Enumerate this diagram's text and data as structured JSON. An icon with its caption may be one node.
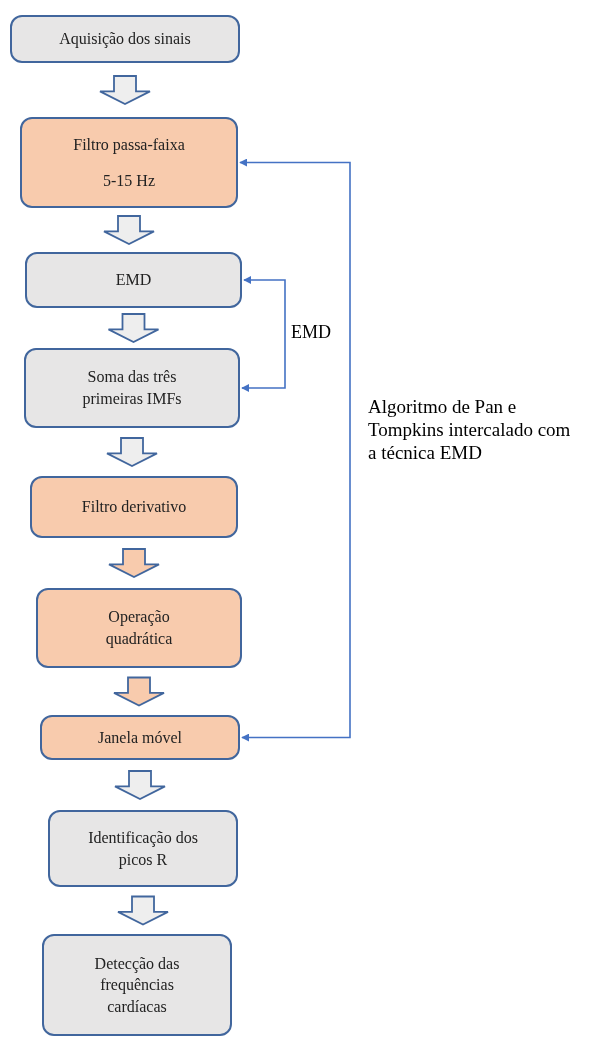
{
  "diagram": {
    "nodes": [
      {
        "text": [
          "Aquisição dos sinais"
        ]
      },
      {
        "text": [
          "Filtro passa-faixa",
          "5-15 Hz"
        ]
      },
      {
        "text": [
          "EMD"
        ]
      },
      {
        "text": [
          "Soma das três primeiras IMFs"
        ]
      },
      {
        "text": [
          "Filtro derivativo"
        ]
      },
      {
        "text": [
          "Operação quadrática"
        ]
      },
      {
        "text": [
          "Janela móvel"
        ]
      },
      {
        "text": [
          "Identificação dos picos R"
        ]
      },
      {
        "text": [
          "Detecção das frequências cardíacas"
        ]
      }
    ],
    "edges": [
      {
        "from": 0,
        "to": 1,
        "arrow": "to",
        "style": "thick"
      },
      {
        "from": 1,
        "to": 2,
        "arrow": "to",
        "style": "thick"
      },
      {
        "from": 2,
        "to": 3,
        "arrow": "to",
        "style": "thick"
      },
      {
        "from": 3,
        "to": 4,
        "arrow": "to",
        "style": "thick"
      },
      {
        "from": 4,
        "to": 5,
        "arrow": "to",
        "style": "thick",
        "color": "#f8cbad"
      },
      {
        "from": 5,
        "to": 6,
        "arrow": "to",
        "style": "thick",
        "color": "#f8cbad"
      },
      {
        "from": 6,
        "to": 7,
        "arrow": "to",
        "style": "thick"
      },
      {
        "from": 7,
        "to": 8,
        "arrow": "to",
        "style": "thick"
      },
      {
        "from": 2,
        "to": 3,
        "arrow": "both",
        "label": "EMD"
      },
      {
        "from": 1,
        "to": 6,
        "arrow": "both"
      }
    ],
    "labels": [
      "Algoritmo de Pan e Tompkins intercalado com a técnica EMD"
    ]
  }
}
